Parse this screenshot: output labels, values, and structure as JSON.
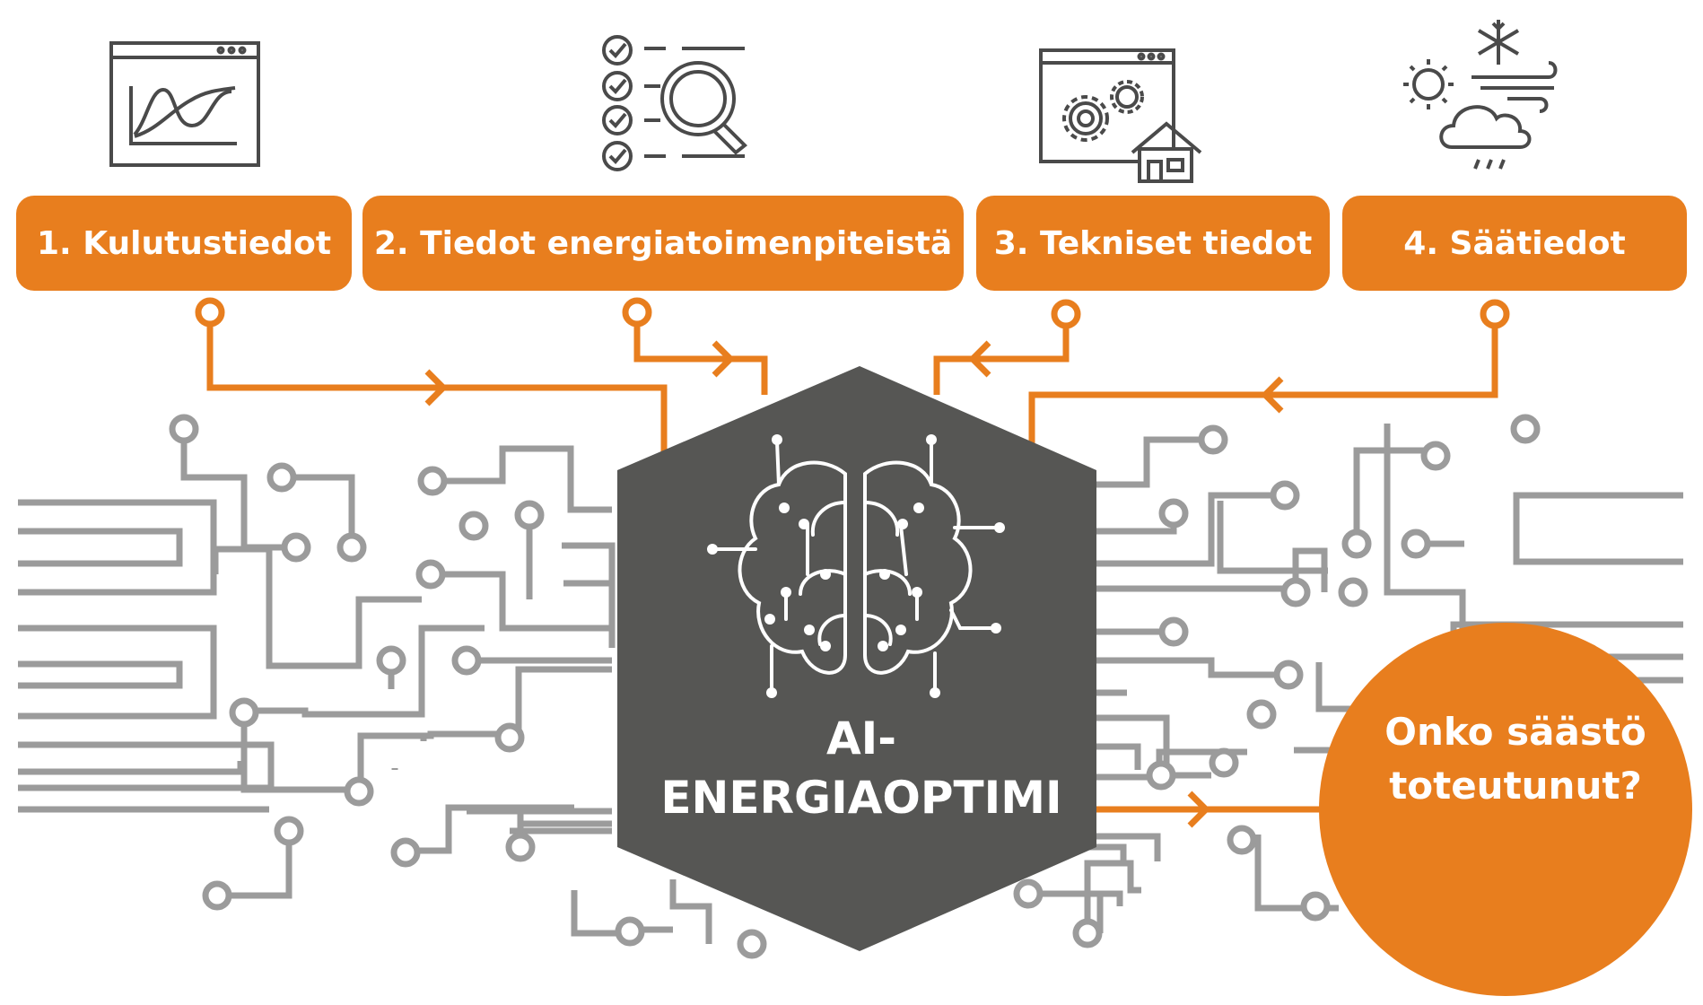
{
  "colors": {
    "accent": "#e87e1e",
    "hub": "#565654",
    "circuit": "#9b9b9b",
    "icon": "#4a4a4a",
    "text_on_accent": "#ffffff"
  },
  "inputs": [
    {
      "label": "1. Kulutustiedot",
      "icon": "line-chart-window-icon"
    },
    {
      "label": "2. Tiedot energiatoimenpiteistä",
      "icon": "checklist-magnifier-icon"
    },
    {
      "label": "3. Tekniset tiedot",
      "icon": "gears-house-window-icon"
    },
    {
      "label": "4. Säätiedot",
      "icon": "weather-icon"
    }
  ],
  "hub": {
    "line1": "AI-",
    "line2": "ENERGIAOPTIMI",
    "icon": "brain-circuit-icon"
  },
  "output": {
    "line1": "Onko säästö",
    "line2": "toteutunut?"
  }
}
